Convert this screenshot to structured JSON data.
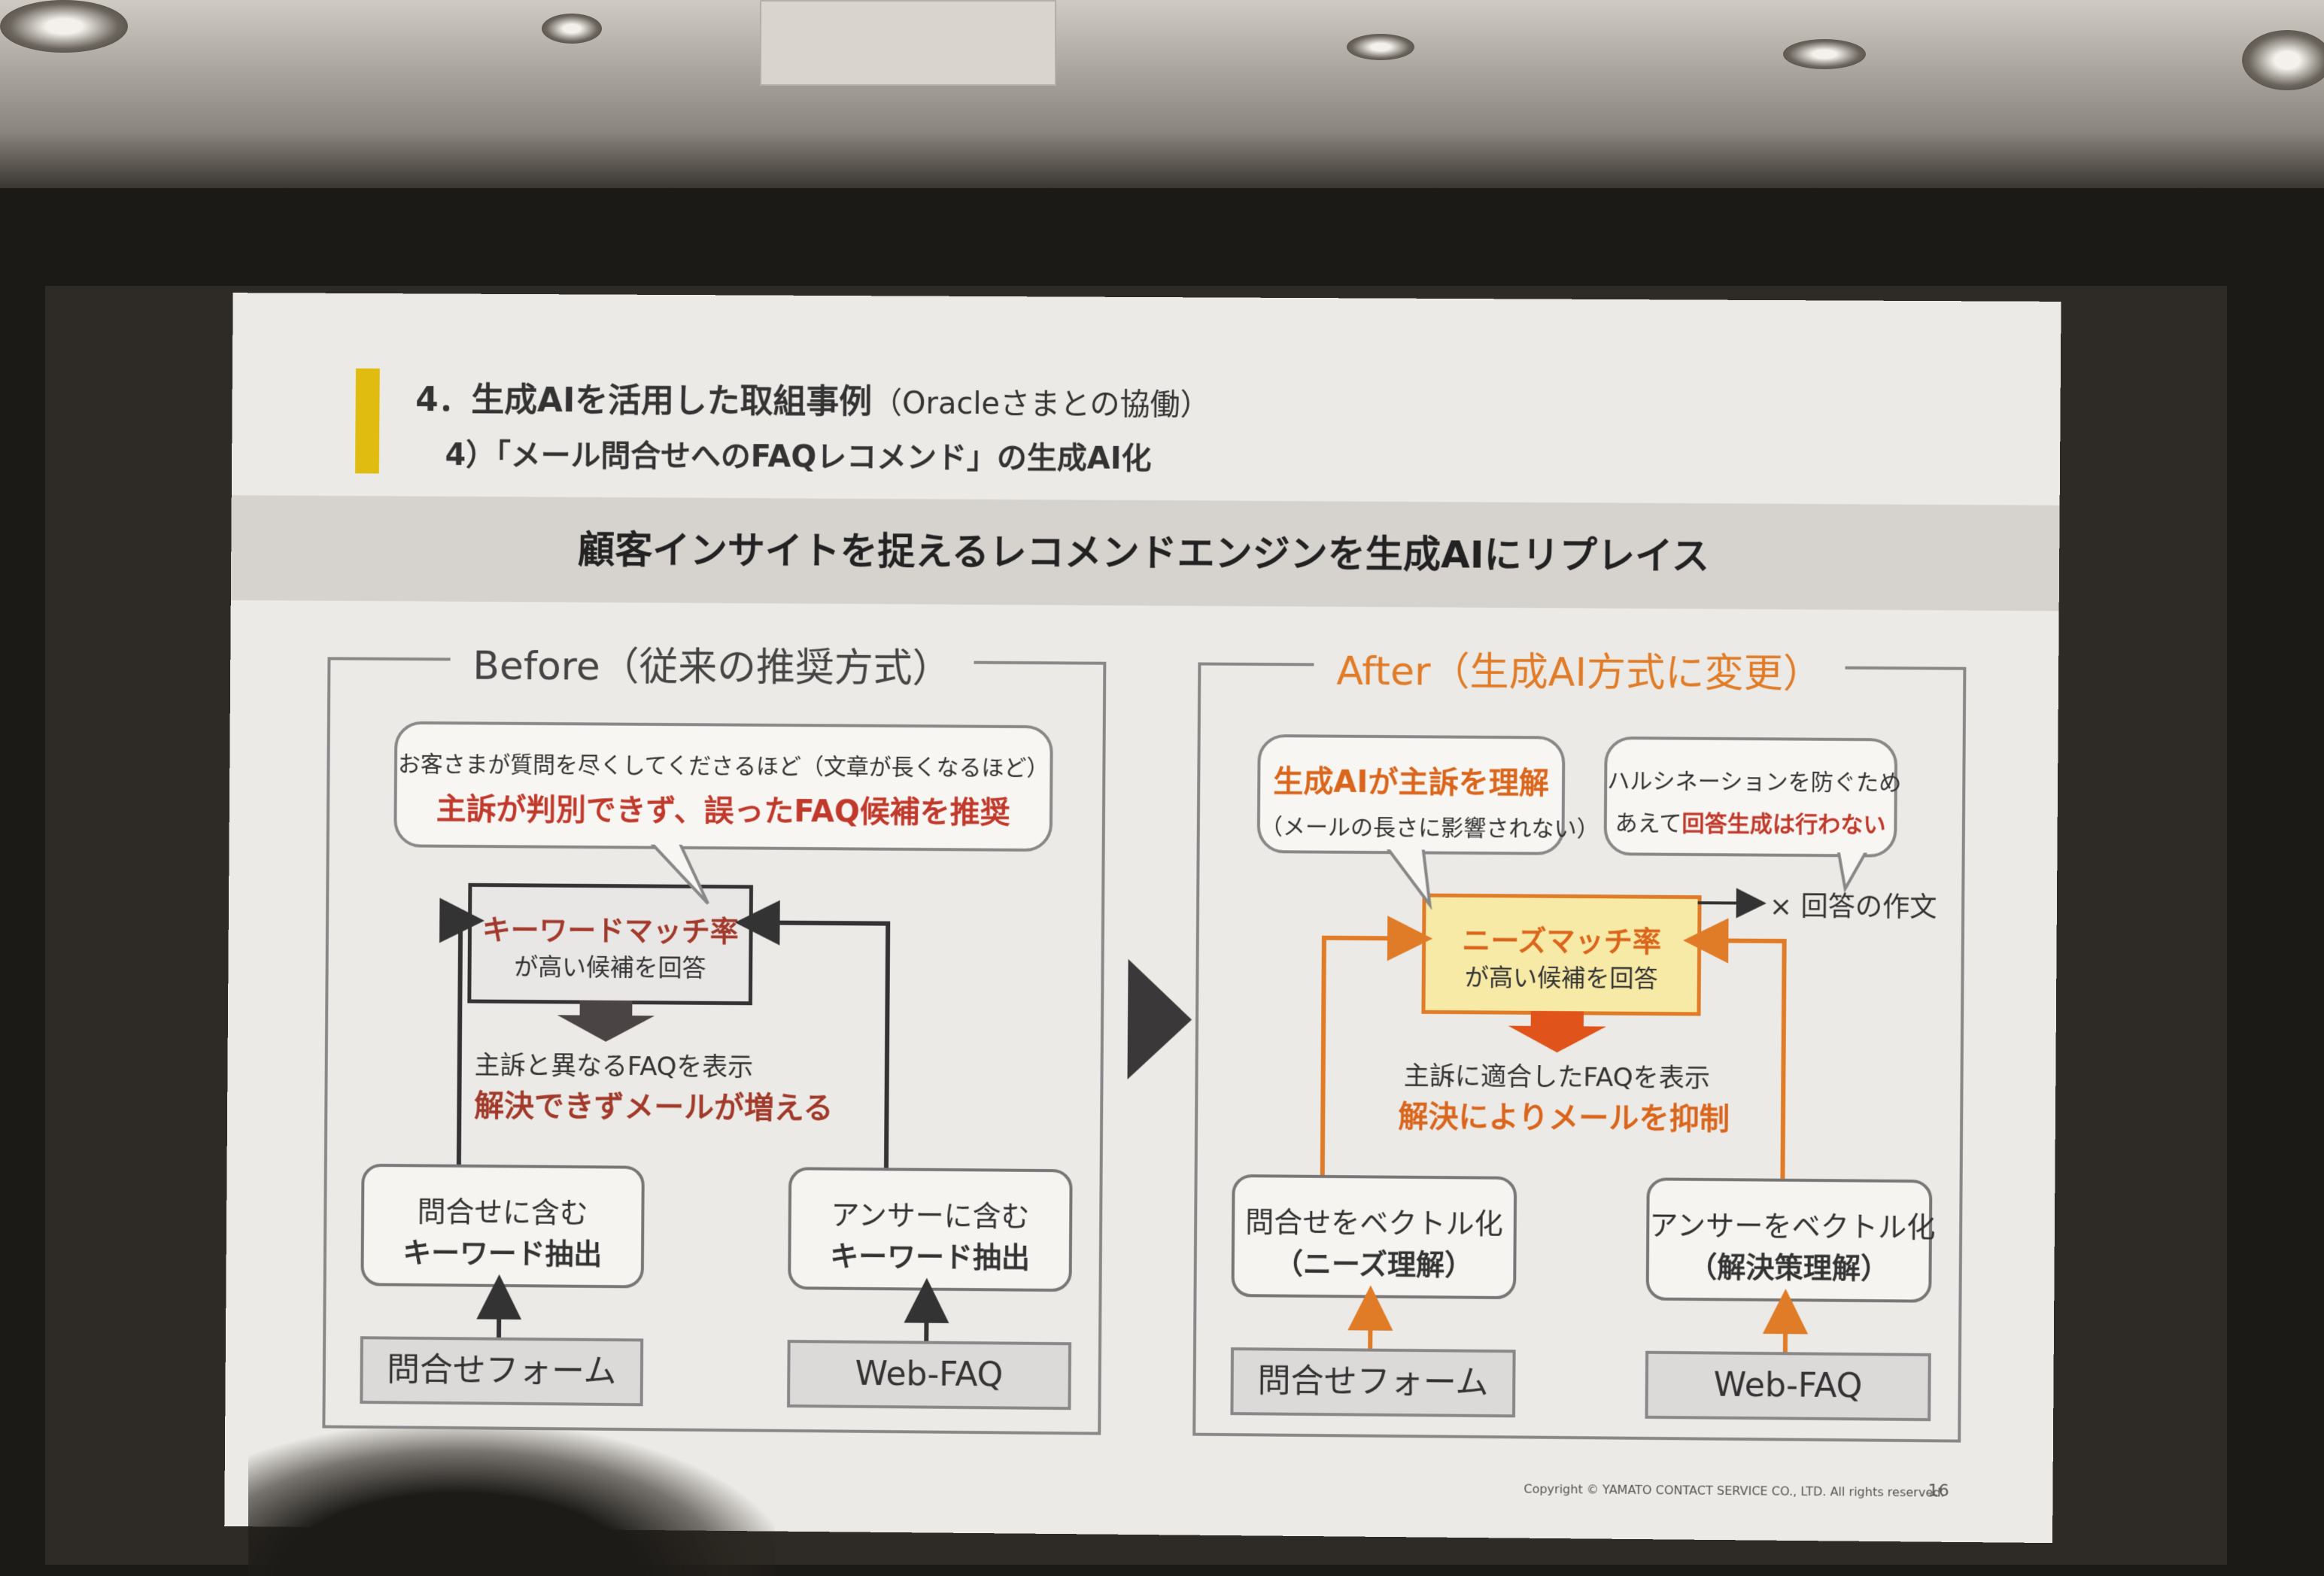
{
  "slide": {
    "title": "4．生成AIを活用した取組事例",
    "title_paren": "（Oracleさまとの協働）",
    "subtitle": "4）「メール問合せへのFAQレコメンド」の生成AI化",
    "banner": "顧客インサイトを捉えるレコメンドエンジンを生成AIにリプレイス"
  },
  "before": {
    "heading": "Before（従来の推奨方式）",
    "bubble_line1": "お客さまが質問を尽くしてくださるほど（文章が長くなるほど）",
    "bubble_line2": "主訴が判別できず、誤ったFAQ候補を推奨",
    "core_line1": "キーワードマッチ率",
    "core_line2": "が高い候補を回答",
    "result_line1": "主訴と異なるFAQを表示",
    "result_line2": "解決できずメールが増える",
    "left_proc_line1": "問合せに含む",
    "left_proc_line2": "キーワード抽出",
    "right_proc_line1": "アンサーに含む",
    "right_proc_line2": "キーワード抽出",
    "left_source": "問合せフォーム",
    "right_source": "Web-FAQ"
  },
  "after": {
    "heading": "After（生成AI方式に変更）",
    "bubble1_line1": "生成AIが主訴を理解",
    "bubble1_line2": "（メールの長さに影響されない）",
    "bubble2_line1": "ハルシネーションを防ぐため",
    "bubble2_line2_prefix": "あえて",
    "bubble2_line2_emph": "回答生成は行わない",
    "core_line1": "ニーズマッチ率",
    "core_line2": "が高い候補を回答",
    "side_note": "× 回答の作文",
    "result_line1": "主訴に適合したFAQを表示",
    "result_line2": "解決によりメールを抑制",
    "left_proc_line1": "問合せをベクトル化",
    "left_proc_line2": "（ニーズ理解）",
    "right_proc_line1": "アンサーをベクトル化",
    "right_proc_line2": "（解決策理解）",
    "left_source": "問合せフォーム",
    "right_source": "Web-FAQ"
  },
  "footer": {
    "copyright": "Copyright © YAMATO CONTACT SERVICE CO., LTD. All rights reserved.",
    "page_number": "16"
  },
  "colors": {
    "accent_yellow": "#e0bc10",
    "after_orange": "#e07b27",
    "emphasis_red": "#c0392b",
    "core_after_fill": "#f7e9a6"
  },
  "icons": {
    "transition_arrow": "triangle-right-icon"
  }
}
